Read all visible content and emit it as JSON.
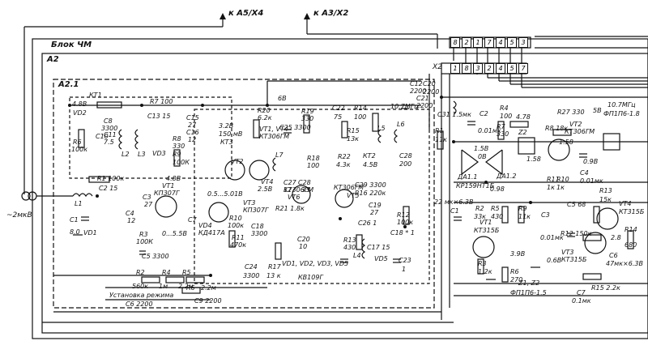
{
  "connectors": {
    "top_a5": "к А5/Х4",
    "top_a3": "к А3/Х2",
    "input_left": "~2мкВ",
    "x2": "Х2"
  },
  "blocks": {
    "blok": "Блок  ЧМ",
    "a2": "А2",
    "a21": "А2.1"
  },
  "pins_top": [
    "8",
    "2",
    "1",
    "7",
    "4",
    "5",
    "3"
  ],
  "pins_x2": [
    "1",
    "8",
    "3",
    "2",
    "4",
    "5",
    "7"
  ],
  "left_section": {
    "kt1": "КТ1",
    "v48a": "4.8В",
    "vd2": "VD2",
    "r6": "R6",
    "r6v": "100к",
    "c10": "C10",
    "c8": "C8",
    "c8v": "3300",
    "c11": "С11",
    "c11v": "7.5",
    "l2": "L2",
    "l3": "L3",
    "vd3": "VD3",
    "r7": "R7  100",
    "c13": "C13  15",
    "c15": "C15",
    "c15v": "27",
    "c16": "C16",
    "c16v": "12",
    "r8": "R8",
    "r8v": "330",
    "r9": "R9",
    "r9v": "100К",
    "r1": "R1  100к",
    "c2": "С2   15",
    "l1": "L1",
    "c4": "С4",
    "c4v": "12",
    "c3": "С3",
    "c3v": "27",
    "vt1": "VT1",
    "vt1t": "КП307Г",
    "v48b": "4.8В",
    "c7": "С7",
    "vd1": "VD1",
    "c1": "С1",
    "c1v": "8.0",
    "r3": "R3",
    "r3v": "100К",
    "r3r": "0...5.5В",
    "c5": "С5    3300"
  },
  "middle_section": {
    "v32": "3.2В",
    "v150": "150 мВ",
    "kt3": "КТ3",
    "vt2": "VT2",
    "vt4": "VT4",
    "range": "0.5...5.01В",
    "r10": "R10",
    "r10v": "100к",
    "r11": "R11",
    "r11v": "470к",
    "vd4": "VD4",
    "vd4t": "КД417А",
    "vt3": "VT3",
    "vt3t": "КП307Г",
    "v25": "2.5В",
    "c18": "C18",
    "c18v": "3300",
    "c24": "С24",
    "c24v": "3300",
    "r17": "R17",
    "r17v": "13 к",
    "ustanovka": "Уста-\nновка\nрежима",
    "r20": "R20",
    "r20v": "6.2к",
    "vt12": "VT1, VT4",
    "vt12t": "КТ306ГМ",
    "c25": "С25    3300",
    "r19": "R19",
    "r19v": "330",
    "v6b": "6В",
    "l7": "L7",
    "r18": "R18",
    "r18v": "100",
    "c27": "C27",
    "c27v": "12",
    "c28": "С28",
    "c28v": "33",
    "vt6": "VТ6",
    "r21": "R21  1.8к",
    "c20": "С20",
    "c20v": "10",
    "kt306": "КТ306ГМ",
    "vd1234": "VD1, VD2, VD3, VD5",
    "kb109": "КВ109Г"
  },
  "right_middle": {
    "c22": "С22",
    "c22v": "75",
    "r14": "R14",
    "r14v": "100",
    "f107a": "10.7МГц",
    "l5": "L5",
    "l6": "L6",
    "r15": "R15",
    "r15v": "13к",
    "r22": "R22",
    "r22v": "4.3к",
    "kt2": "КТ2",
    "v45": "4.5В",
    "c28b": "С28",
    "c28bv": "200",
    "kt306b": "КТ306ГМ",
    "vt5": "VТ5",
    "c29": "С29  3300",
    "r16": "R16  220к",
    "c19": "С19",
    "c19v": "27",
    "c26": "С26  1",
    "r13": "R13",
    "r13v": "430",
    "c17": "С17  15",
    "vd5": "VD5",
    "l4": "L4",
    "r12": "R12",
    "r12v": "100к",
    "c18s": "С18 * 1",
    "c23": "С23",
    "c23v": "1",
    "c12": "С12",
    "c12v": "2200",
    "c21": "С21",
    "c21v": "2200"
  },
  "right_section": {
    "c20b": "С20",
    "c20bv": "2200",
    "c31": "С31  1.5мк",
    "r1": "R1",
    "r1v": "11к",
    "c2": "С2",
    "c2v": "0.01мк",
    "r4": "R4",
    "r4v": "100",
    "v478": "4.78",
    "r7": "R7",
    "r7v": "330",
    "r27": "R27  330",
    "r8": "R8  18к",
    "vt2": "VТ2",
    "vt2t": "КТ306ГМ",
    "f107b": "10.7МГц",
    "fp": "ФП1П6-1.8",
    "v5": "5В",
    "z2": "Z2",
    "v158a": "1.5В",
    "v0": "0В",
    "v158b": "1.58",
    "v098a": "0.9В",
    "v158c": "1.58",
    "da11": "ДА1.1",
    "da12": "ДА1.2",
    "kr": "КР159НТ1Б",
    "r11": "R11",
    "r11v": "1к",
    "r10": "R10",
    "r10v": "1к",
    "c4": "С4",
    "c4v": "0.01мк",
    "v098b": "0.98",
    "c22mk": "22 мк×6.3В",
    "c1": "С1",
    "r2": "R2",
    "r2v": "33к",
    "r5": "R5",
    "r5v": "430",
    "r9": "R9",
    "r9v": "11к",
    "c3": "С3",
    "c3v": "0.01мк",
    "r13": "R13",
    "r13v": "15к",
    "c5": "С5  68",
    "vt1": "VT1",
    "vt1t": "КТ315Б",
    "r12": "R12  150к",
    "vt3": "VТ3",
    "vt3t": "КТ315Б",
    "vt4": "VТ4",
    "vt4t": "КТ315Б",
    "r14": "R14",
    "r14v": "680",
    "c6": "С6",
    "c6v": "47мк×6.3В",
    "v39": "3.9В",
    "v06": "0.6В",
    "v28": "2.8",
    "r3": "R3",
    "r3v": "1.2к",
    "r6": "R6",
    "r6v": "270",
    "z12": "Z1, Z2",
    "fp2": "ФП1П6-1.5",
    "c7": "С7",
    "c7v": "0.1мк",
    "r15": "R15  2.2к"
  },
  "bottom": {
    "r2": "R2",
    "r4": "R4",
    "r5": "R5",
    "r2v": "560к",
    "r4v": "1м",
    "r5v": "2.2м",
    "r6": "R6",
    "r6v": "2.2м",
    "ustanovka": "Установка режима",
    "c6": "С6  2200",
    "c9": "С9  2200"
  }
}
